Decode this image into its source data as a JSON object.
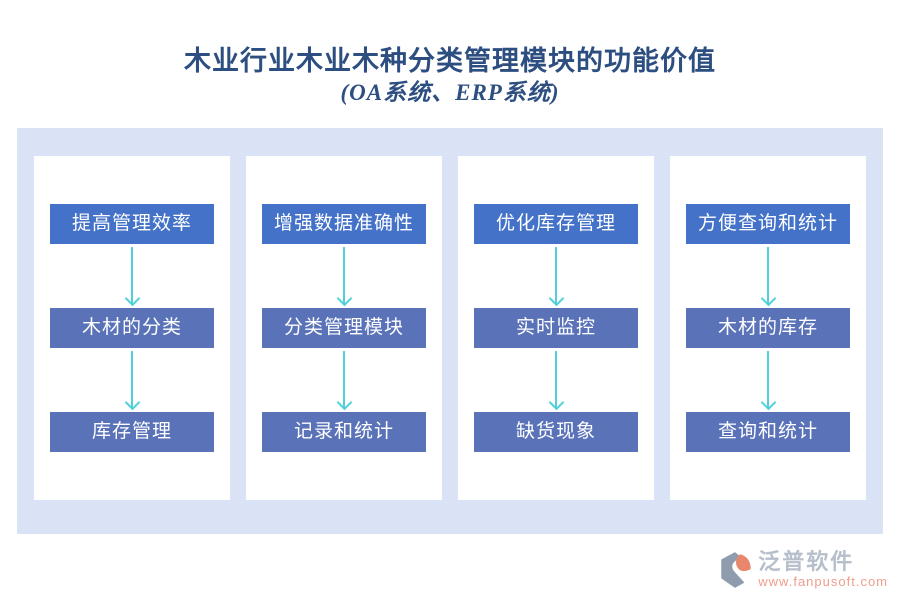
{
  "title": {
    "line1": "木业行业木业木种分类管理模块的功能价值",
    "line2": "(OA系统、ERP系统)"
  },
  "columns": [
    {
      "boxes": [
        {
          "label": "提高管理效率"
        },
        {
          "label": "木材的分类"
        },
        {
          "label": "库存管理"
        }
      ]
    },
    {
      "boxes": [
        {
          "label": "增强数据准确性"
        },
        {
          "label": "分类管理模块"
        },
        {
          "label": "记录和统计"
        }
      ]
    },
    {
      "boxes": [
        {
          "label": "优化库存管理"
        },
        {
          "label": "实时监控"
        },
        {
          "label": "缺货现象"
        }
      ]
    },
    {
      "boxes": [
        {
          "label": "方便查询和统计"
        },
        {
          "label": "木材的库存"
        },
        {
          "label": "查询和统计"
        }
      ]
    }
  ],
  "logo": {
    "name": "泛普软件",
    "url": "www.fanpusoft.com"
  },
  "colors": {
    "title_text": "#2d4e80",
    "panel_bg": "#dae3f5",
    "box_top": "#4472c8",
    "box_lower": "#5a73b8",
    "box_text": "#ffffff",
    "arrow": "#4fd0da",
    "logo_gray": "#8e9cae",
    "logo_salmon": "#e8876c",
    "logo_url_text": "#ee9e8d"
  }
}
